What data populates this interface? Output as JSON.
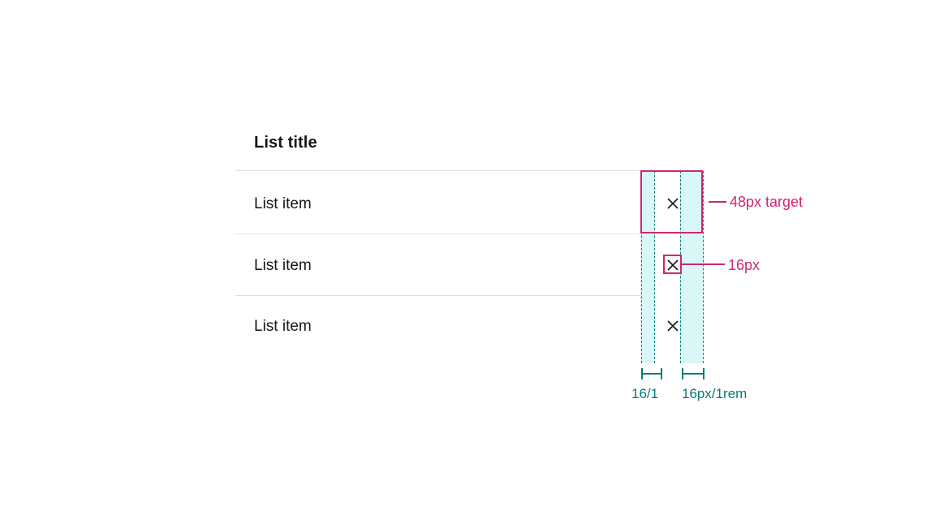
{
  "spec": {
    "type": "spacing-annotation-diagram",
    "component": "list-with-close-icons",
    "colors": {
      "text": "#161616",
      "divider": "#e0e0e0",
      "teal": "#007d79",
      "teal_band": "#d9f7f7",
      "magenta": "#d02670",
      "background": "#ffffff"
    }
  },
  "list": {
    "title": "List title",
    "items": [
      {
        "label": "List item",
        "icon": "close-icon"
      },
      {
        "label": "List item",
        "icon": "close-icon"
      },
      {
        "label": "List item",
        "icon": "close-icon"
      }
    ]
  },
  "annotations": {
    "target": {
      "label": "48px target",
      "color": "#d02670",
      "applies_to": "row-1-close-icon-hit-area"
    },
    "icon_size": {
      "label": "16px",
      "color": "#d02670",
      "applies_to": "row-2-close-icon"
    }
  },
  "measurements": [
    {
      "label": "16/1",
      "color": "#007d79",
      "region": "left-spacing-band"
    },
    {
      "label": "16px/1rem",
      "color": "#007d79",
      "region": "right-spacing-band"
    }
  ]
}
